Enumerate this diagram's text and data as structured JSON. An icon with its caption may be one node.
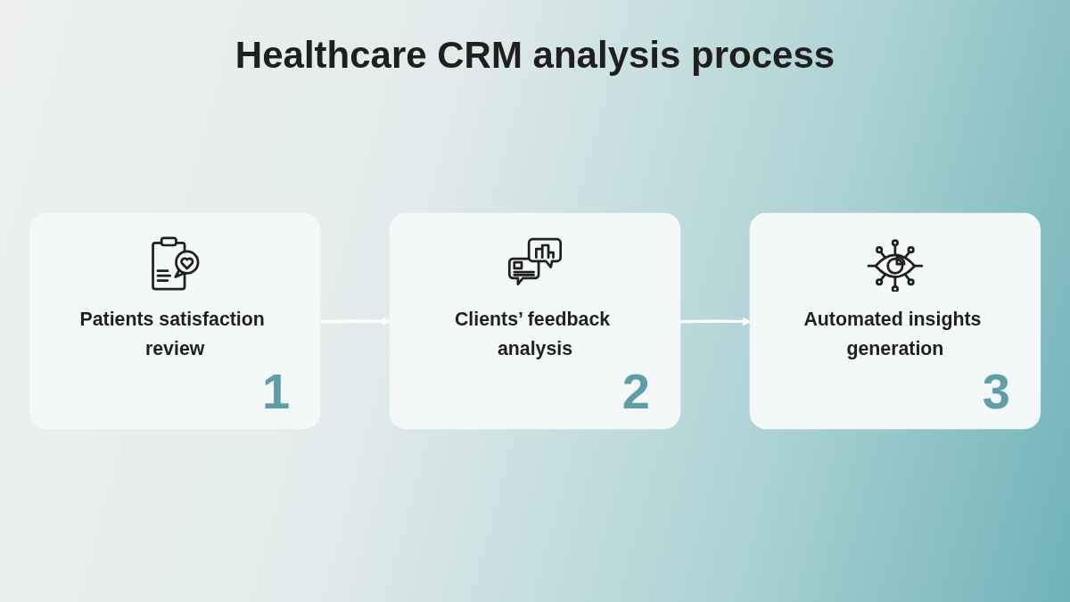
{
  "diagram": {
    "title": "Healthcare CRM analysis process",
    "nodes": [
      {
        "text": [
          "Patients satisfaction review",
          "1"
        ]
      },
      {
        "text": [
          "Clients’ feedback analysis",
          "2"
        ]
      },
      {
        "text": [
          "Automated insights generation",
          "3"
        ]
      }
    ],
    "edges": [
      {
        "from": 0,
        "to": 1,
        "arrow": "to"
      },
      {
        "from": 1,
        "to": 2,
        "arrow": "to"
      }
    ]
  }
}
